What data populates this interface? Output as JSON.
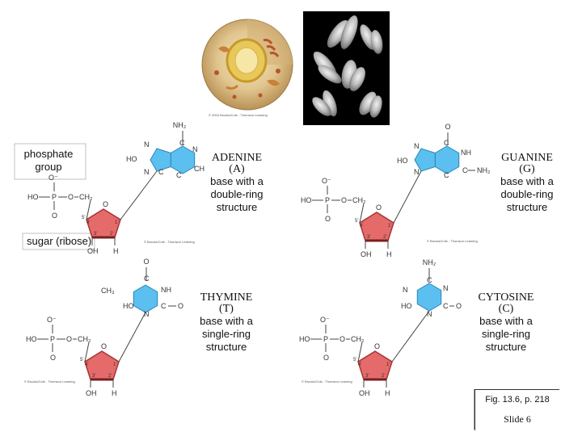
{
  "labels": {
    "phosphate": "phosphate",
    "group": "group",
    "sugar": "sugar (ribose)"
  },
  "credits": {
    "cell_photo": "© 2004 Brooks/Cole - Thomson Learning",
    "diagram": "© Brooks/Cole - Thomson Learning"
  },
  "nucleotides": {
    "adenine": {
      "name": "ADENINE",
      "abbr": "(A)",
      "desc": [
        "base with a",
        "double-ring",
        "structure"
      ]
    },
    "guanine": {
      "name": "GUANINE",
      "abbr": "(G)",
      "desc": [
        "base with a",
        "double-ring",
        "structure"
      ]
    },
    "thymine": {
      "name": "THYMINE",
      "abbr": "(T)",
      "desc": [
        "base with a",
        "single-ring",
        "structure"
      ]
    },
    "cytosine": {
      "name": "CYTOSINE",
      "abbr": "(C)",
      "desc": [
        "base with a",
        "single-ring",
        "structure"
      ]
    }
  },
  "chem": {
    "ominus": "O⁻",
    "ho": "HO",
    "p": "P",
    "o": "O",
    "c": "C",
    "ch2": "CH₂",
    "oh": "OH",
    "h": "H",
    "n": "N",
    "nh": "NH",
    "nh2": "NH₂",
    "ch": "CH",
    "ch3": "CH₃",
    "five_prime": "5'",
    "four_prime": "4'",
    "three_prime": "3'",
    "two_prime": "2'",
    "one_prime": "1'"
  },
  "figure": {
    "ref": "Fig. 13.6, p. 218",
    "slide": "Slide 6"
  }
}
